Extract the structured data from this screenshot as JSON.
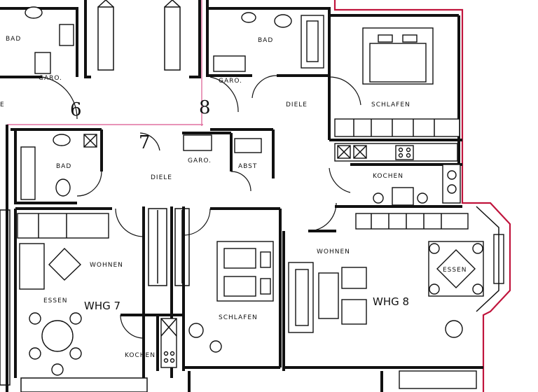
{
  "colors": {
    "outline": "#c0143c",
    "ink": "#111111",
    "paper": "#ffffff",
    "pink": "#e070a0"
  },
  "unit_numbers": {
    "six": "6",
    "eight": "8",
    "seven": "7"
  },
  "apartments": {
    "whg7": "WHG 7",
    "whg8": "WHG 8"
  },
  "rooms": {
    "bad_top_left": "BAD",
    "garo_top_left": "GARO.",
    "bad_top_mid": "BAD",
    "garo_mid": "GARO.",
    "diele_upper": "DIELE",
    "schlafen_upper": "SCHLAFEN",
    "bad_mid_left": "BAD",
    "garo_lower": "GARO.",
    "abst": "ABST",
    "diele_lower": "DIELE",
    "kochen_right": "KOCHEN",
    "wohnen_left": "WOHNEN",
    "essen_left": "ESSEN",
    "wohnen_right": "WOHNEN",
    "essen_right": "ESSEN",
    "schlafen_lower": "SCHLAFEN",
    "kochen_bottom": "KOCHEN"
  },
  "edge_marks": {
    "left_e": "E"
  }
}
